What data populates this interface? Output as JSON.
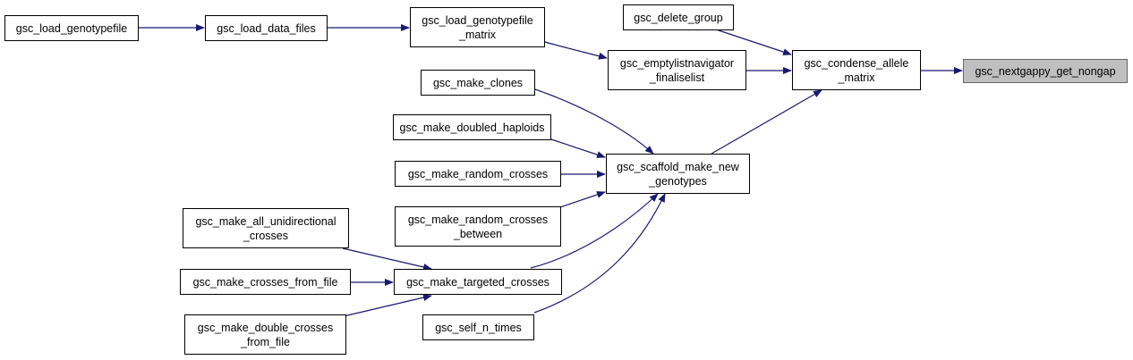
{
  "colors": {
    "edge": "#191970",
    "node_border": "#000000",
    "highlight_fill": "#bfbfbf"
  },
  "nodes": {
    "load_genotypefile": {
      "lines": [
        "gsc_load_genotypefile"
      ]
    },
    "load_data_files": {
      "lines": [
        "gsc_load_data_files"
      ]
    },
    "load_genotypefile_matrix": {
      "lines": [
        "gsc_load_genotypefile",
        "_matrix"
      ]
    },
    "delete_group": {
      "lines": [
        "gsc_delete_group"
      ]
    },
    "emptylistnavigator_finaliselist": {
      "lines": [
        "gsc_emptylistnavigator",
        "_finaliselist"
      ]
    },
    "condense_allele_matrix": {
      "lines": [
        "gsc_condense_allele",
        "_matrix"
      ]
    },
    "nextgappy_get_nongap": {
      "lines": [
        "gsc_nextgappy_get_nongap"
      ]
    },
    "make_clones": {
      "lines": [
        "gsc_make_clones"
      ]
    },
    "make_doubled_haploids": {
      "lines": [
        "gsc_make_doubled_haploids"
      ]
    },
    "make_random_crosses": {
      "lines": [
        "gsc_make_random_crosses"
      ]
    },
    "scaffold_make_new_genotypes": {
      "lines": [
        "gsc_scaffold_make_new",
        "_genotypes"
      ]
    },
    "make_random_crosses_between": {
      "lines": [
        "gsc_make_random_crosses",
        "_between"
      ]
    },
    "make_all_unidirectional_crosses": {
      "lines": [
        "gsc_make_all_unidirectional",
        "_crosses"
      ]
    },
    "make_crosses_from_file": {
      "lines": [
        "gsc_make_crosses_from_file"
      ]
    },
    "make_targeted_crosses": {
      "lines": [
        "gsc_make_targeted_crosses"
      ]
    },
    "make_double_crosses_from_file": {
      "lines": [
        "gsc_make_double_crosses",
        "_from_file"
      ]
    },
    "self_n_times": {
      "lines": [
        "gsc_self_n_times"
      ]
    }
  }
}
